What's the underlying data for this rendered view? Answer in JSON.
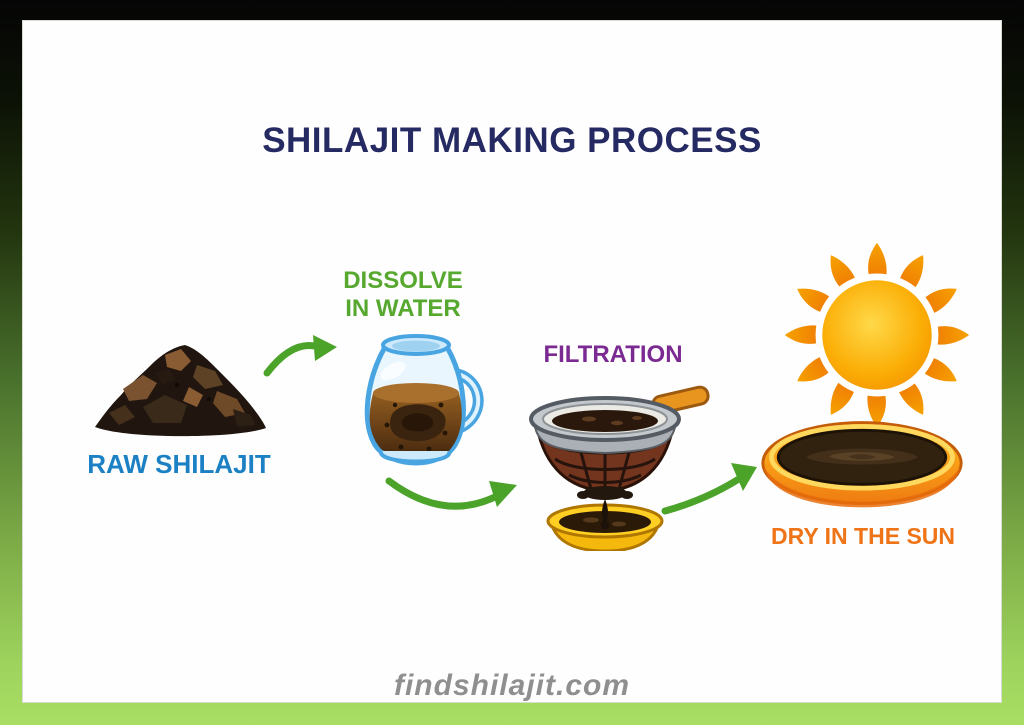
{
  "title": "SHILAJIT MAKING PROCESS",
  "watermark": "findshilajit.com",
  "steps": [
    {
      "id": "raw-shilajit",
      "label": "RAW SHILAJIT",
      "label_color": "#1b80c4",
      "icon": "shilajit-rocks-icon"
    },
    {
      "id": "dissolve-in-water",
      "label": "DISSOLVE IN WATER",
      "label_color": "#57a82f",
      "icon": "water-pitcher-icon"
    },
    {
      "id": "filtration",
      "label": "FILTRATION",
      "label_color": "#7b2a92",
      "icon": "strainer-bowl-icon"
    },
    {
      "id": "dry-in-the-sun",
      "label": "DRY IN THE SUN",
      "label_color": "#ee7417",
      "icon": "sun-drying-tray-icon"
    }
  ],
  "arrows": [
    {
      "from": "raw-shilajit",
      "to": "dissolve-in-water",
      "color": "#4ba32a"
    },
    {
      "from": "dissolve-in-water",
      "to": "filtration",
      "color": "#4ba32a"
    },
    {
      "from": "filtration",
      "to": "dry-in-the-sun",
      "color": "#4ba32a"
    }
  ],
  "colors": {
    "title_text": "#262a63",
    "arrow_green": "#4ba32a",
    "frame_gradient_top": "#050505",
    "frame_gradient_bottom": "#a9de63",
    "card_background": "#fefefe",
    "watermark_gray": "#8f8f8f"
  }
}
